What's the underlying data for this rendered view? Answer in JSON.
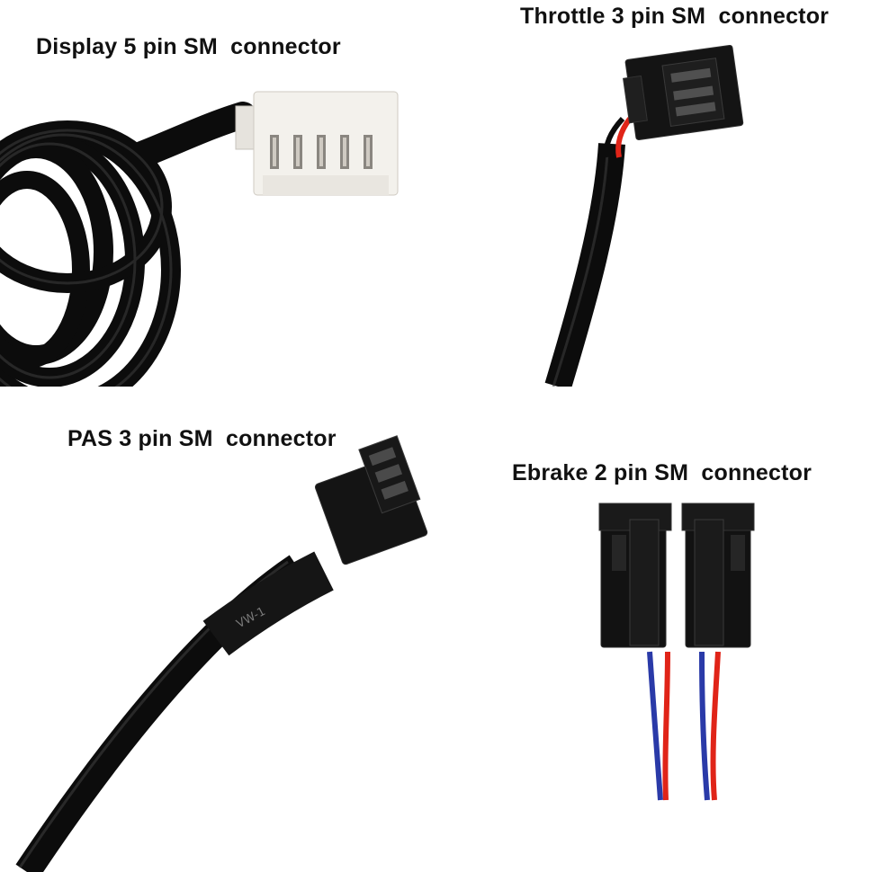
{
  "panels": {
    "display": {
      "label": "Display 5 pin SM  connector"
    },
    "throttle": {
      "label": "Throttle 3 pin SM  connector"
    },
    "pas": {
      "label": "PAS 3 pin SM  connector",
      "cable_marking": "VW-1"
    },
    "ebrake": {
      "label": "Ebrake 2 pin SM  connector"
    }
  },
  "colors": {
    "background": "#ffffff",
    "cable_black": "#0c0c0c",
    "connector_white": "#f3f1ec",
    "connector_black": "#141414",
    "wire_red": "#e02418",
    "wire_blue": "#2a3aa8"
  },
  "icons": [
    "display-connector-photo",
    "throttle-connector-photo",
    "pas-connector-photo",
    "ebrake-connector-photo"
  ]
}
